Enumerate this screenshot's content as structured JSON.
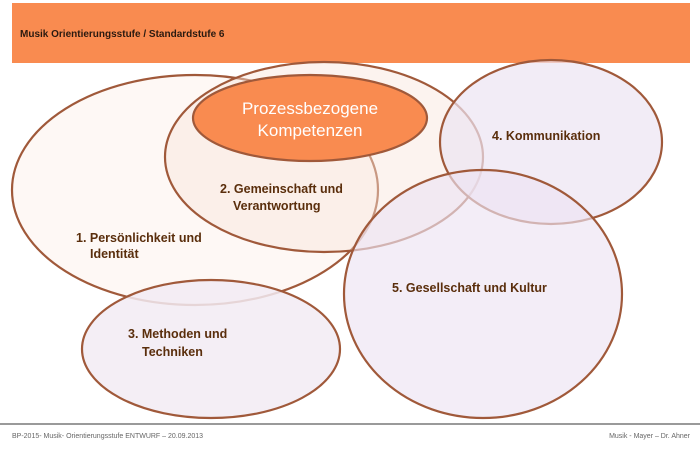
{
  "header": {
    "title": "Musik Orientierungsstufe / Standardstufe 6"
  },
  "diagram": {
    "center": {
      "line1": "Prozessbezogene",
      "line2": "Kompetenzen"
    },
    "areas": [
      {
        "line1": "1. Persönlichkeit und",
        "line2": "Identität"
      },
      {
        "line1": "2. Gemeinschaft und",
        "line2": "Verantwortung"
      },
      {
        "line1": "3. Methoden und",
        "line2": "Techniken"
      },
      {
        "line1": "4. Kommunikation",
        "line2": ""
      },
      {
        "line1": "5. Gesellschaft und Kultur",
        "line2": ""
      }
    ]
  },
  "footer": {
    "left": "BP-2015- Musik- Orientierungsstufe ENTWURF – 20.09.2013",
    "right": "Musik - Mayer – Dr. Ahner"
  },
  "colors": {
    "accent": "#F98B50",
    "stroke": "#A0593A",
    "text": "#5A2E0C"
  }
}
